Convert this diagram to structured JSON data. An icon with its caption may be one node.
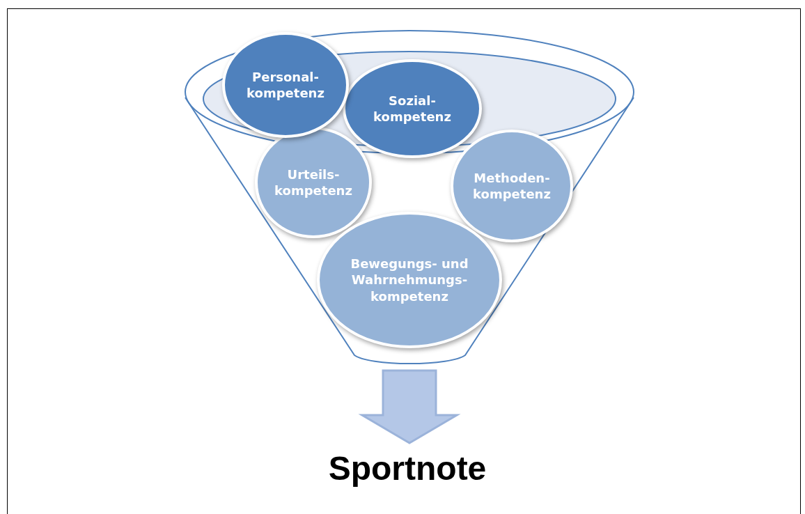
{
  "diagram": {
    "nodes": [
      {
        "text": [],
        "shape": "funnel"
      },
      {
        "text": [
          "Personal- kompetenz"
        ],
        "in": 0
      },
      {
        "text": [
          "Sozial- kompetenz"
        ],
        "in": 0
      },
      {
        "text": [
          "Urteils- kompetenz"
        ],
        "in": 0
      },
      {
        "text": [
          "Methoden- kompetenz"
        ],
        "in": 0
      },
      {
        "text": [
          "Bewegungs- und Wahrnehmungs- kompetenz"
        ],
        "in": 0
      },
      {
        "text": [
          "Sportnote"
        ]
      }
    ],
    "edges": [
      {
        "from": 0,
        "to": 6,
        "arrow": "to",
        "style": "thick"
      }
    ]
  }
}
